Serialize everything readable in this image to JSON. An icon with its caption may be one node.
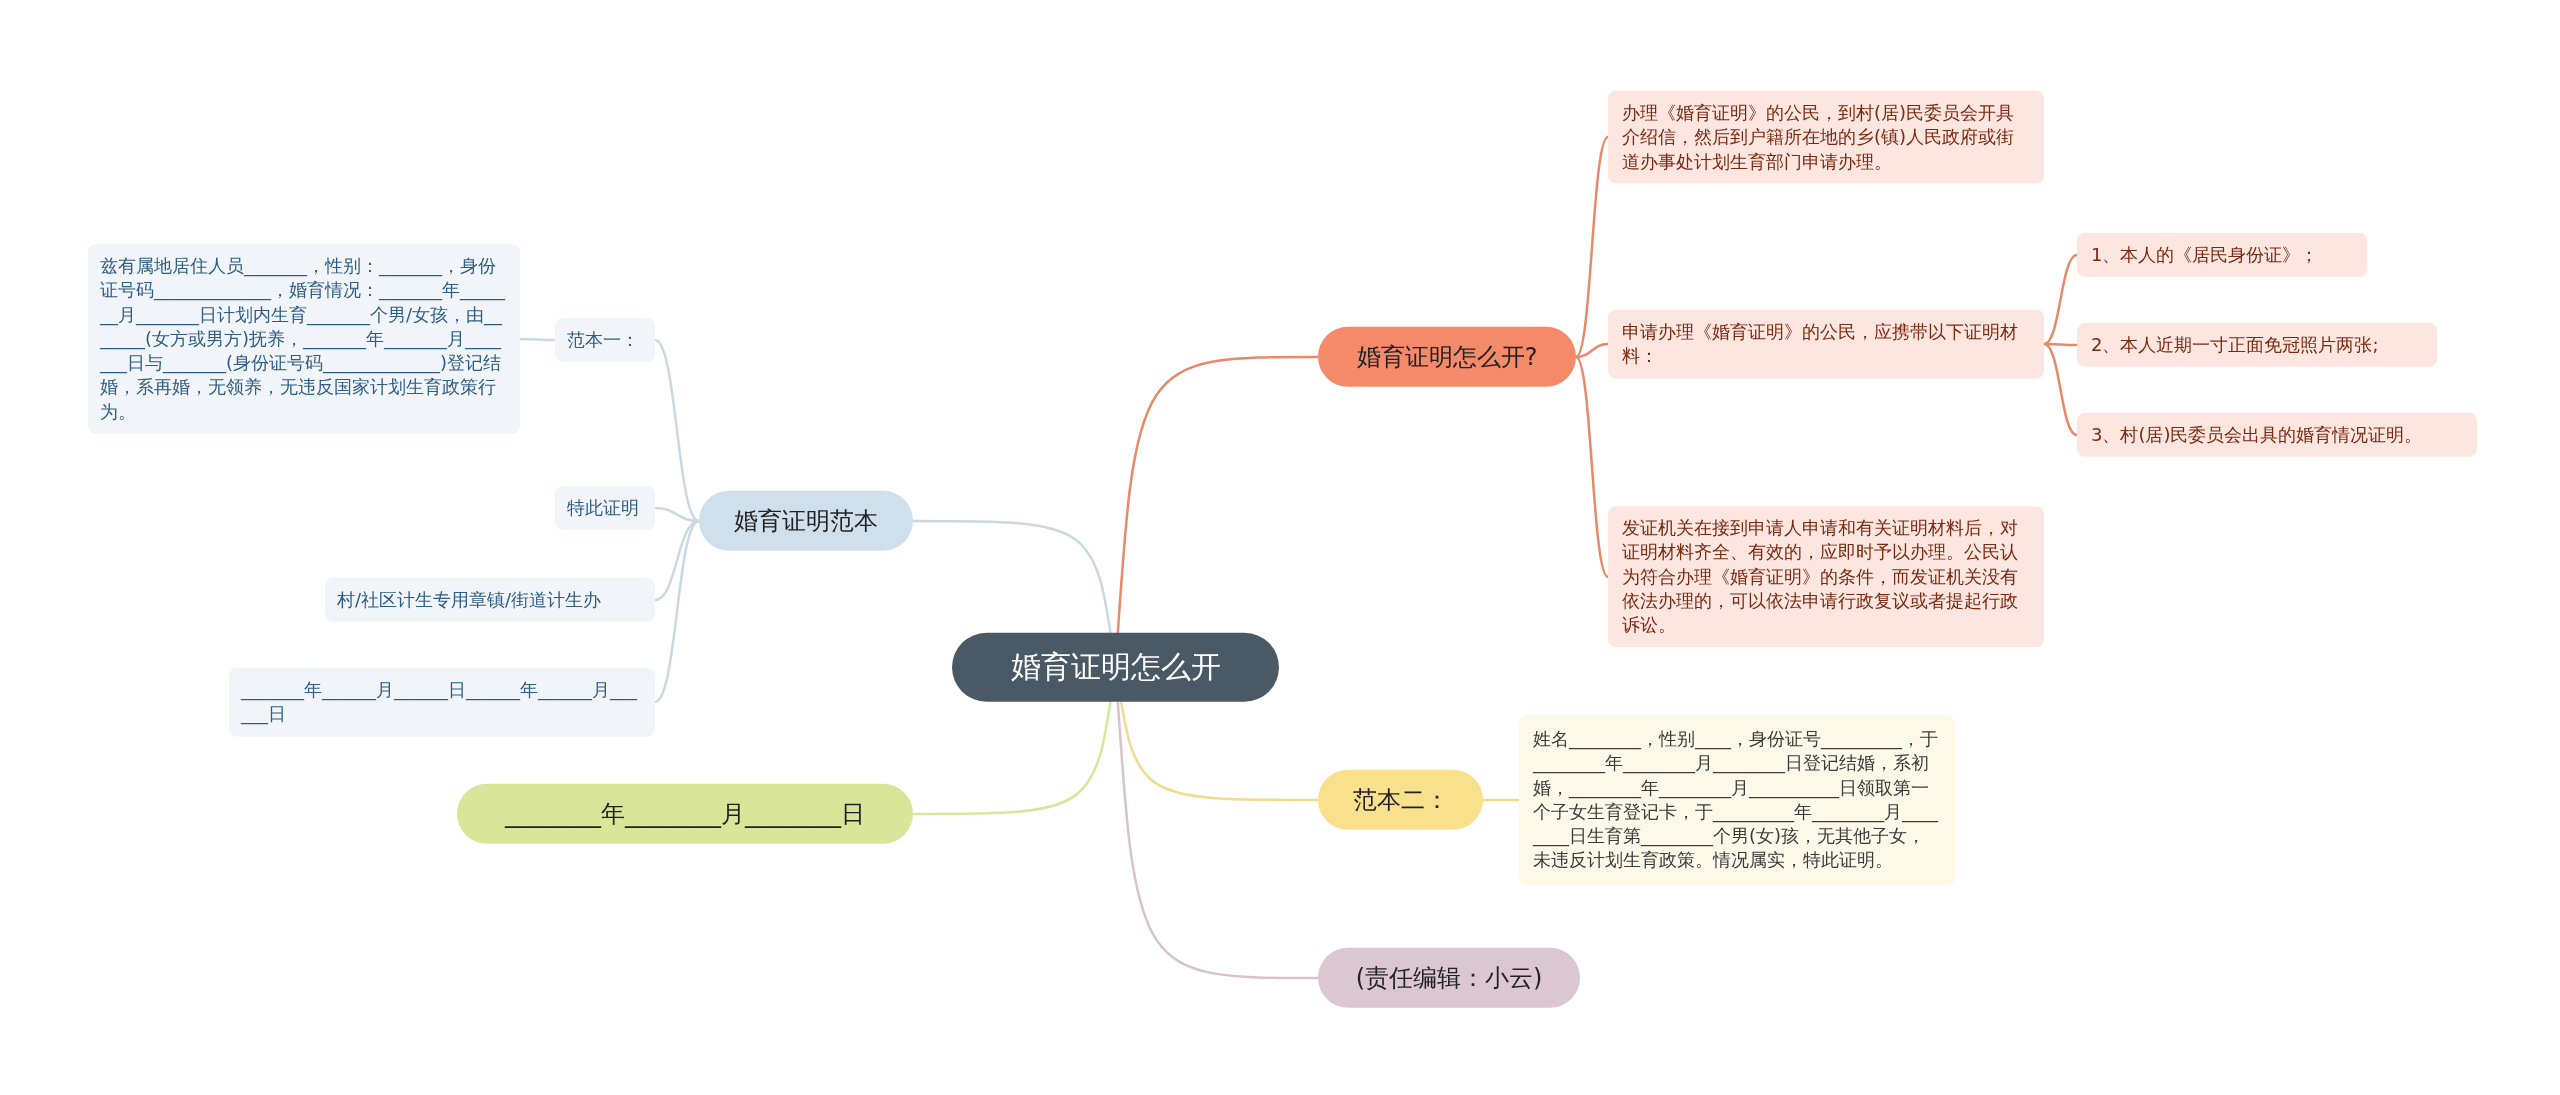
{
  "diagram": {
    "nodes": [
      {
        "text": [
          "婚育证明怎么开"
        ]
      },
      {
        "text": [
          "婚育证明怎么开?"
        ]
      },
      {
        "text": [
          "办理《婚育证明》的公民，到村(居)民委员会开具介绍信，然后到户籍所在地的乡(镇)人民政府或街道办事处计划生育部门申请办理。"
        ]
      },
      {
        "text": [
          "申请办理《婚育证明》的公民，应携带以下证明材料："
        ]
      },
      {
        "text": [
          "1、本人的《居民身份证》；"
        ]
      },
      {
        "text": [
          "2、本人近期一寸正面免冠照片两张;"
        ]
      },
      {
        "text": [
          "3、村(居)民委员会出具的婚育情况证明。"
        ]
      },
      {
        "text": [
          "发证机关在接到申请人申请和有关证明材料后，对证明材料齐全、有效的，应即时予以办理。公民认为符合办理《婚育证明》的条件，而发证机关没有依法办理的，可以依法申请行政复议或者提起行政诉讼。"
        ]
      },
      {
        "text": [
          "范本二："
        ]
      },
      {
        "text": [
          "姓名________，性别____，身份证号_________，于________年________月________日登记结婚，系初婚，________年________月__________日领取第一个子女生育登记卡，于_________年________月________日生育第________个男(女)孩，无其他子女，未违反计划生育政策。情况属实，特此证明。"
        ]
      },
      {
        "text": [
          "(责任编辑：小云)"
        ]
      },
      {
        "text": [
          "婚育证明范本"
        ]
      },
      {
        "text": [
          "范本一："
        ]
      },
      {
        "text": [
          "兹有属地居住人员_______，性别：_______，身份证号码_____________，婚育情况：_______年_______月_______日计划内生育_______个男/女孩，由_______(女方或男方)抚养，_______年_______月_______日与_______(身份证号码_____________)登记结婚，系再婚，无领养，无违反国家计划生育政策行为。"
        ]
      },
      {
        "text": [
          "特此证明"
        ]
      },
      {
        "text": [
          "村/社区计生专用章镇/街道计生办"
        ]
      },
      {
        "text": [
          "_______年______月______日______年______月______日"
        ]
      },
      {
        "text": [
          "________年________月________日"
        ]
      }
    ],
    "edges": [
      {
        "from": 0,
        "to": 1,
        "arrow": "none",
        "color": "#e8896a"
      },
      {
        "from": 1,
        "to": 2,
        "arrow": "none",
        "color": "#e8896a"
      },
      {
        "from": 1,
        "to": 3,
        "arrow": "none",
        "color": "#e8896a"
      },
      {
        "from": 3,
        "to": 4,
        "arrow": "none",
        "color": "#e8896a"
      },
      {
        "from": 3,
        "to": 5,
        "arrow": "none",
        "color": "#e8896a"
      },
      {
        "from": 3,
        "to": 6,
        "arrow": "none",
        "color": "#e8896a"
      },
      {
        "from": 1,
        "to": 7,
        "arrow": "none",
        "color": "#e8896a"
      },
      {
        "from": 0,
        "to": 8,
        "arrow": "none",
        "color": "#f0dc8c"
      },
      {
        "from": 8,
        "to": 9,
        "arrow": "none",
        "color": "#f0dc8c"
      },
      {
        "from": 0,
        "to": 10,
        "arrow": "none",
        "color": "#d8c3cd"
      },
      {
        "from": 0,
        "to": 11,
        "arrow": "none",
        "color": "#c9d9e4"
      },
      {
        "from": 11,
        "to": 12,
        "arrow": "none",
        "color": "#c9d9e4"
      },
      {
        "from": 12,
        "to": 13,
        "arrow": "none",
        "color": "#c9d9e4"
      },
      {
        "from": 11,
        "to": 14,
        "arrow": "none",
        "color": "#c9d9e4"
      },
      {
        "from": 11,
        "to": 15,
        "arrow": "none",
        "color": "#c9d9e4"
      },
      {
        "from": 11,
        "to": 16,
        "arrow": "none",
        "color": "#c9d9e4"
      },
      {
        "from": 0,
        "to": 17,
        "arrow": "none",
        "color": "#d9e79c"
      }
    ]
  }
}
